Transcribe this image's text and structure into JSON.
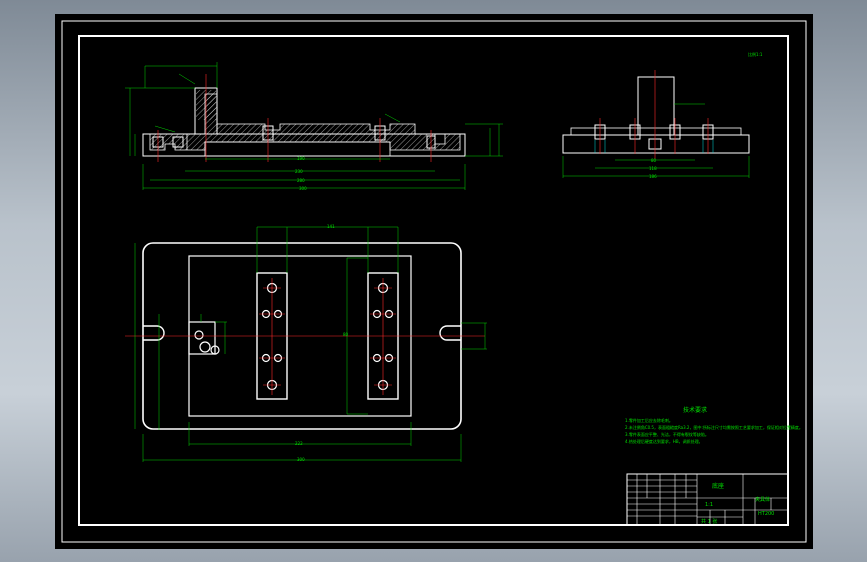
{
  "drawing": {
    "scale_note": "比例1:1",
    "tech_requirements": {
      "title": "技术要求",
      "items": [
        "1.零件加工后应去除毛刺。",
        "2.未注倒角C0.5，表面粗糙度Ra3.2，图中:所标注尺寸均需按照工艺要求加工，保证相对位置精度。",
        "3.零件表面应平整、光洁，不得有裂纹等缺陷。",
        "4.热处理后硬度达到要求，HB，调质处理。"
      ]
    },
    "title_block": {
      "part_name": "底座",
      "drawing_no": "夹具体",
      "material": "HT200",
      "scale": "1:1",
      "sheet": "共 1 张"
    }
  },
  "colors": {
    "background": "#000000",
    "outline": "#ffffff",
    "dimension": "#00d400",
    "centerline": "#ff2a2a",
    "hidden": "#00e0e0"
  }
}
